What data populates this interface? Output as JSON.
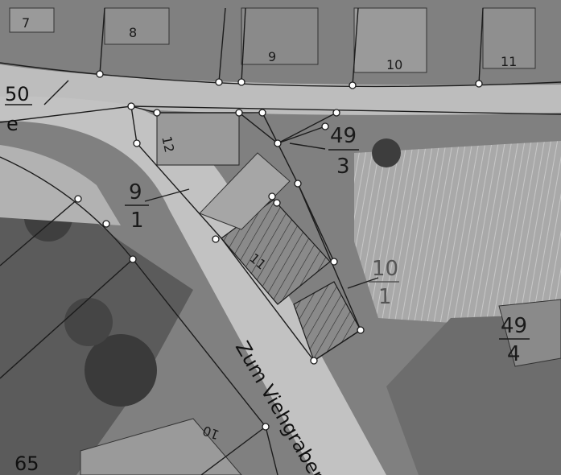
{
  "street": {
    "name": "Zum Viehgraben"
  },
  "house_numbers": [
    "7",
    "8",
    "9",
    "10",
    "11",
    "12",
    "11",
    "10"
  ],
  "parcel_numbers": [
    {
      "num": "49",
      "den": "3"
    },
    {
      "num": "9",
      "den": "1"
    },
    {
      "num": "10",
      "den": "1"
    },
    {
      "num": "49",
      "den": "4"
    }
  ],
  "edge_labels": [
    "50",
    "e",
    "65"
  ],
  "colors": {
    "parcel_line": "#1c1c1c",
    "vertex_fill": "#ffffff",
    "background": "#7d7d7d"
  }
}
